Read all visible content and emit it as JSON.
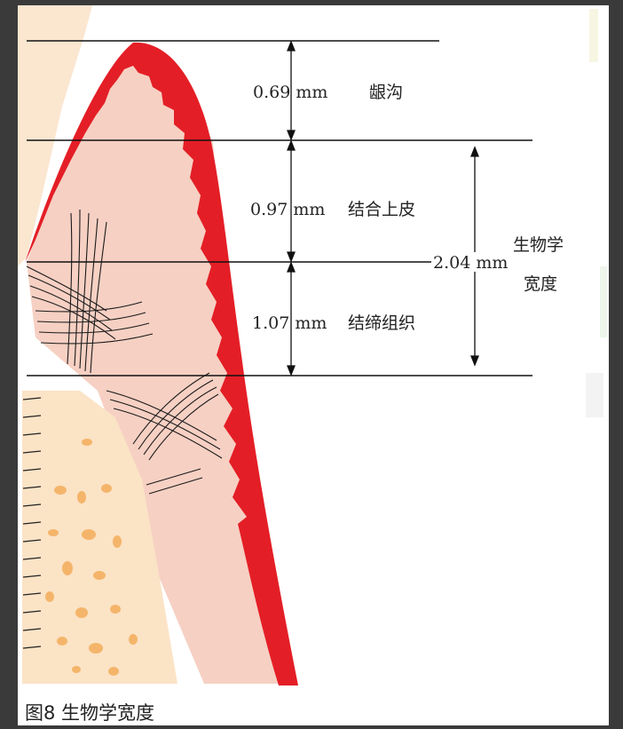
{
  "labels": {
    "sulcus_value": "0.69 mm",
    "sulcus_name": "龈沟",
    "epithelium_value": "0.97 mm",
    "epithelium_name": "结合上皮",
    "connective_value": "1.07 mm",
    "connective_name": "结缔组织",
    "total_value": "2.04 mm",
    "total_name_line1": "生物学",
    "total_name_line2": "宽度"
  },
  "caption": "图8 生物学宽度",
  "colors": {
    "gingiva_red": "#e41e26",
    "tissue_pink": "#f6d0c3",
    "bone_cream": "#fbe3c6",
    "bone_dots": "#f4b56a",
    "tooth_beige": "#fbe6d0",
    "frame_gray": "#3a3a3a"
  }
}
